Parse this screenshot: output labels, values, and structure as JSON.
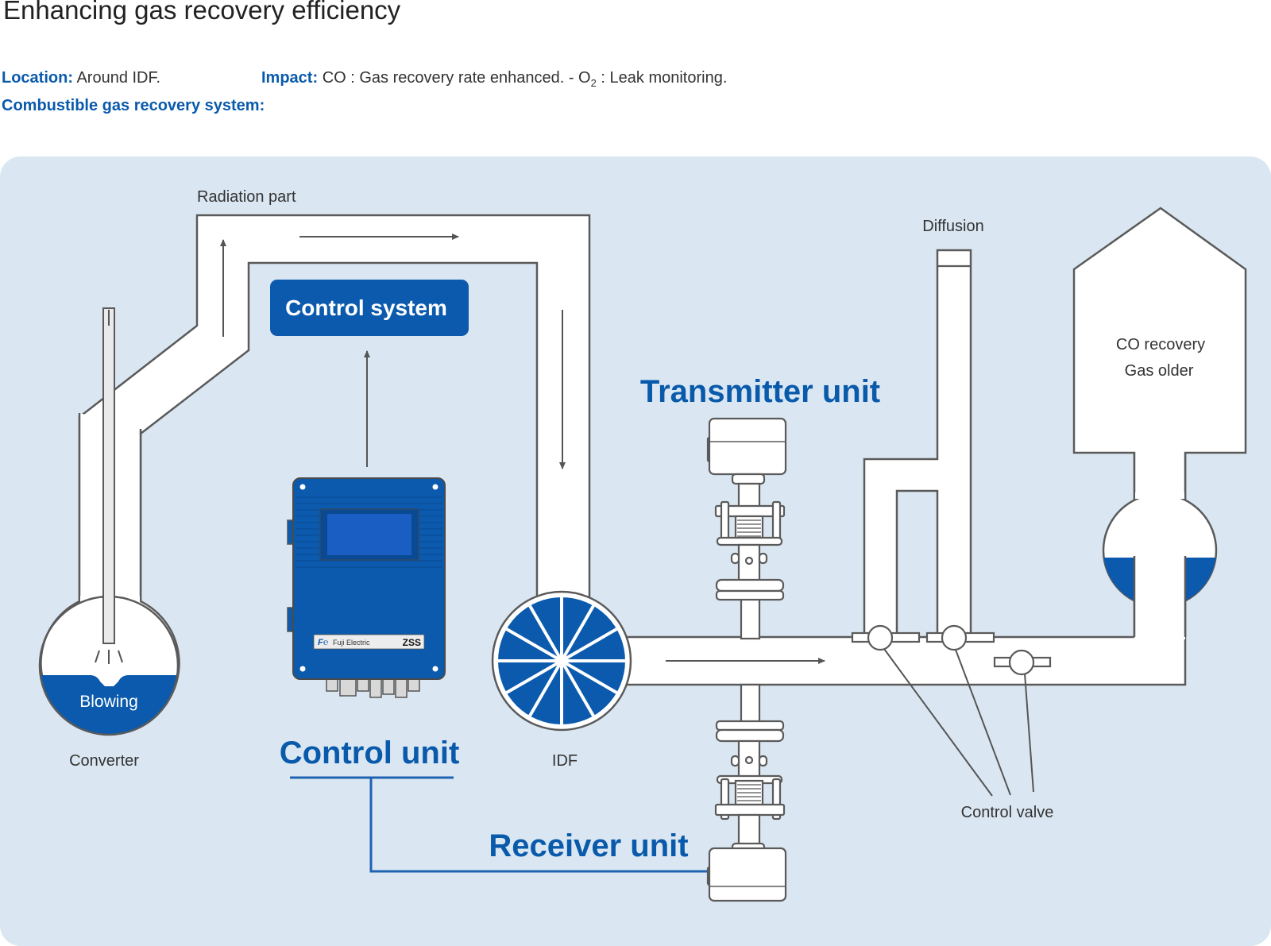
{
  "header": {
    "title": "Enhancing gas recovery efficiency",
    "location_label": "Location:",
    "location_value": "Around IDF.",
    "impact_label": "Impact:",
    "impact_value_co": "CO : Gas recovery rate enhanced.  -  O",
    "impact_subscript": "2",
    "impact_value_o2": " : Leak monitoring.",
    "system_label": "Combustible gas recovery system:"
  },
  "diagram": {
    "labels": {
      "radiation_part": "Radiation part",
      "converter": "Converter",
      "blowing": "Blowing",
      "idf": "IDF",
      "diffusion": "Diffusion",
      "gas_holder_line1": "CO recovery",
      "gas_holder_line2": "Gas older",
      "control_valve": "Control valve",
      "control_system": "Control system",
      "control_unit": "Control unit",
      "transmitter_unit": "Transmitter unit",
      "receiver_unit": "Receiver unit"
    },
    "device": {
      "brand": "Fuji Electric",
      "model": "ZSS"
    },
    "colors": {
      "accent_blue": "#0a5aab",
      "panel_bg": "#dae7f2",
      "device_blue": "#0b5aad"
    }
  }
}
